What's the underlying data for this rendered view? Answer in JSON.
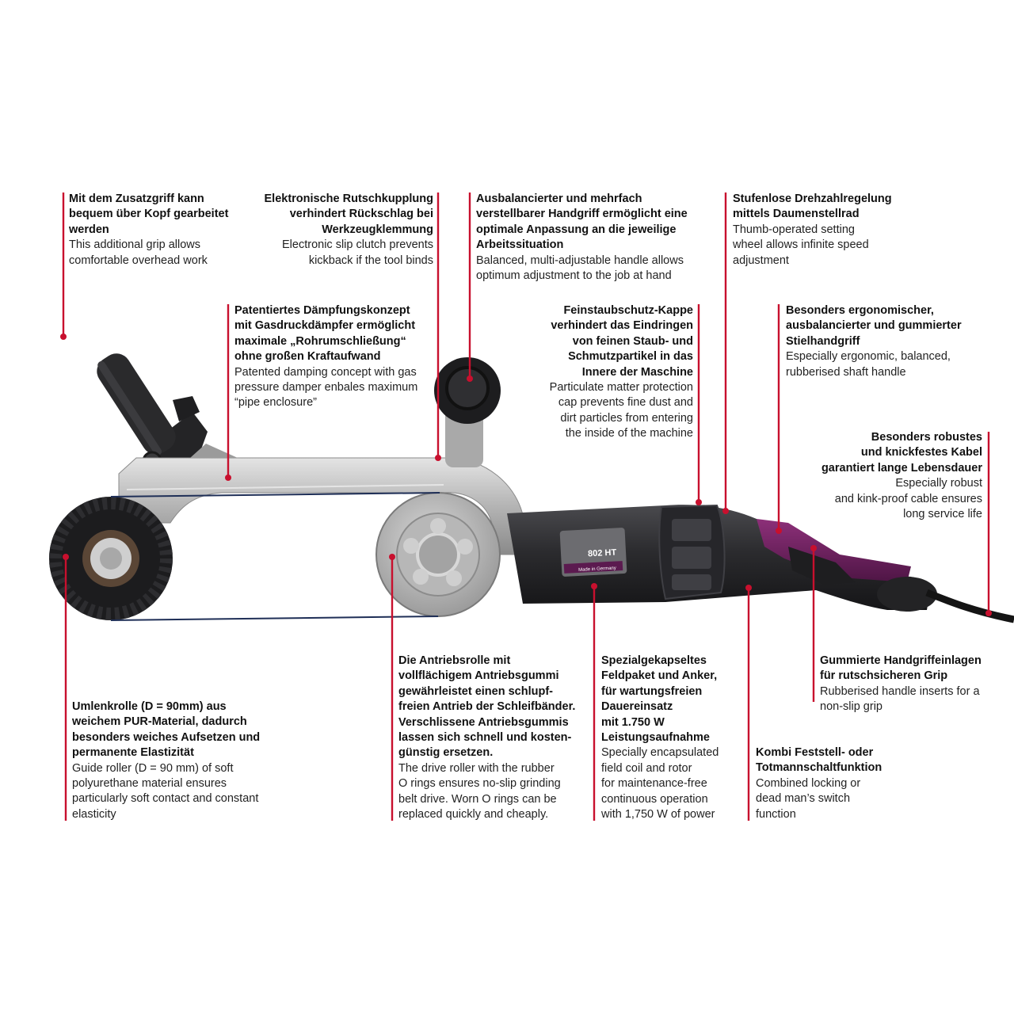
{
  "product": {
    "model": "802 HT",
    "plate_line": "Made in Germany",
    "colors": {
      "leader": "#c8102e",
      "accent_purple": "#6b1f5e",
      "housing": "#2b2b2e",
      "silver": "#b9b9b9"
    }
  },
  "callouts": [
    {
      "id": "additional-grip",
      "de": "Mit dem Zusatzgriff kann\nbequem über Kopf gearbeitet\nwerden",
      "en": "This additional grip allows\ncomfortable overhead work"
    },
    {
      "id": "slip-clutch",
      "de": "Elektronische Rutschkupplung\nverhindert Rückschlag bei\nWerkzeugklemmung",
      "en": "Electronic slip clutch prevents\nkickback if the tool binds"
    },
    {
      "id": "adjustable-handle",
      "de": "Ausbalancierter und mehrfach\nverstellbarer Handgriff ermöglicht eine\noptimale Anpassung an die jeweilige\nArbeitssituation",
      "en": "Balanced, multi-adjustable handle allows\noptimum adjustment to the job at hand"
    },
    {
      "id": "speed-control",
      "de": "Stufenlose Drehzahlregelung\nmittels Daumenstellrad",
      "en": "Thumb-operated setting\nwheel allows infinite speed\nadjustment"
    },
    {
      "id": "damping-concept",
      "de": "Patentiertes Dämpfungskonzept\nmit Gasdruckdämpfer ermöglicht\nmaximale „Rohrumschließung“\nohne großen Kraftaufwand",
      "en": "Patented damping concept with gas\npressure damper enbales maximum\n“pipe enclosure”"
    },
    {
      "id": "dust-cap",
      "de": "Feinstaubschutz-Kappe\nverhindert das Eindringen\nvon feinen Staub- und\nSchmutzpartikel in das\nInnere der Maschine",
      "en": "Particulate matter protection\ncap prevents fine dust and\ndirt particles from entering\nthe inside of the machine"
    },
    {
      "id": "shaft-handle",
      "de": "Besonders ergonomischer,\nausbalancierter und gummierter\nStielhandgriff",
      "en": "Especially ergonomic, balanced,\nrubberised shaft handle"
    },
    {
      "id": "cable",
      "de": "Besonders robustes\nund knickfestes Kabel\ngarantiert lange Lebensdauer",
      "en": "Especially robust\nand kink-proof cable ensures\nlong service life"
    },
    {
      "id": "guide-roller",
      "de": "Umlenkrolle (D = 90mm) aus\nweichem PUR-Material, dadurch\nbesonders weiches Aufsetzen und\npermanente Elastizität",
      "en": "Guide roller (D = 90 mm) of soft\npolyurethane material ensures\nparticularly soft contact and constant\nelasticity"
    },
    {
      "id": "drive-roller",
      "de": "Die Antriebsrolle mit\nvollflächigem Antriebsgummi\ngewährleistet einen schlupf-\nfreien Antrieb der Schleifbänder.\nVerschlissene Antriebsgummis\nlassen sich schnell und kosten-\ngünstig ersetzen.",
      "en": "The drive roller with the rubber\nO rings ensures no-slip grinding\nbelt drive. Worn O rings can be\nreplaced quickly and cheaply."
    },
    {
      "id": "field-coil",
      "de": "Spezialgekapseltes\nFeldpaket und Anker,\nfür wartungsfreien\nDauereinsatz\nmit 1.750 W\nLeistungsaufnahme",
      "en": "Specially encapsulated\nfield coil and rotor\nfor maintenance-free\ncontinuous operation\nwith 1,750 W of power"
    },
    {
      "id": "handle-inserts",
      "de": "Gummierte Handgriffeinlagen\nfür rutschsicheren Grip",
      "en": "Rubberised handle inserts for a\nnon-slip grip"
    },
    {
      "id": "switch-function",
      "de": "Kombi Feststell- oder\nTotmannschaltfunktion",
      "en": "Combined locking or\ndead man’s switch\nfunction"
    }
  ]
}
